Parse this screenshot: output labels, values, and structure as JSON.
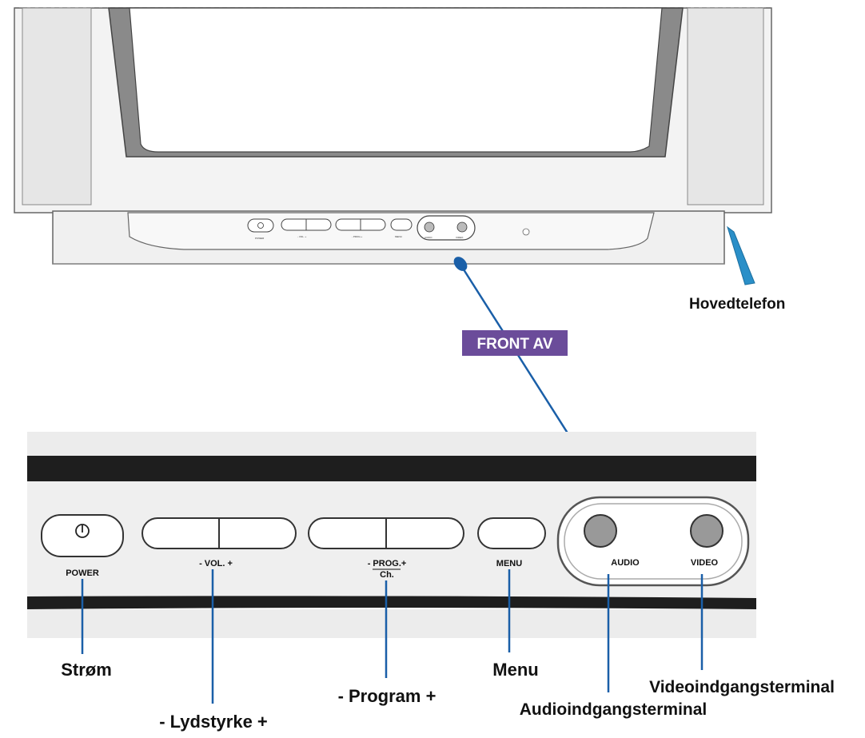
{
  "tv_panel": {
    "small_labels": {
      "power": "POWER",
      "vol": "- VOL. +",
      "prog": "- PROG.+",
      "menu": "MENU",
      "audio": "AUDIO",
      "video": "VIDEO"
    }
  },
  "tags": {
    "front_av": "FRONT AV"
  },
  "panel": {
    "power": "POWER",
    "vol": "- VOL. +",
    "prog": "- PROG.+",
    "ch": "Ch.",
    "menu": "MENU",
    "audio": "AUDIO",
    "video": "VIDEO"
  },
  "callouts": {
    "hovedtelefon": "Hovedtelefon",
    "strom": "Strøm",
    "lydstyrke": "- Lydstyrke +",
    "program": "- Program +",
    "menu": "Menu",
    "videoindgang": "Videoindgangsterminal",
    "audioindgang": "Audioindgangsterminal"
  },
  "colors": {
    "callout_line": "#1a5fa8",
    "headphone_marker": "#2a8fc8",
    "front_av_tag": "#6b4c9a"
  }
}
